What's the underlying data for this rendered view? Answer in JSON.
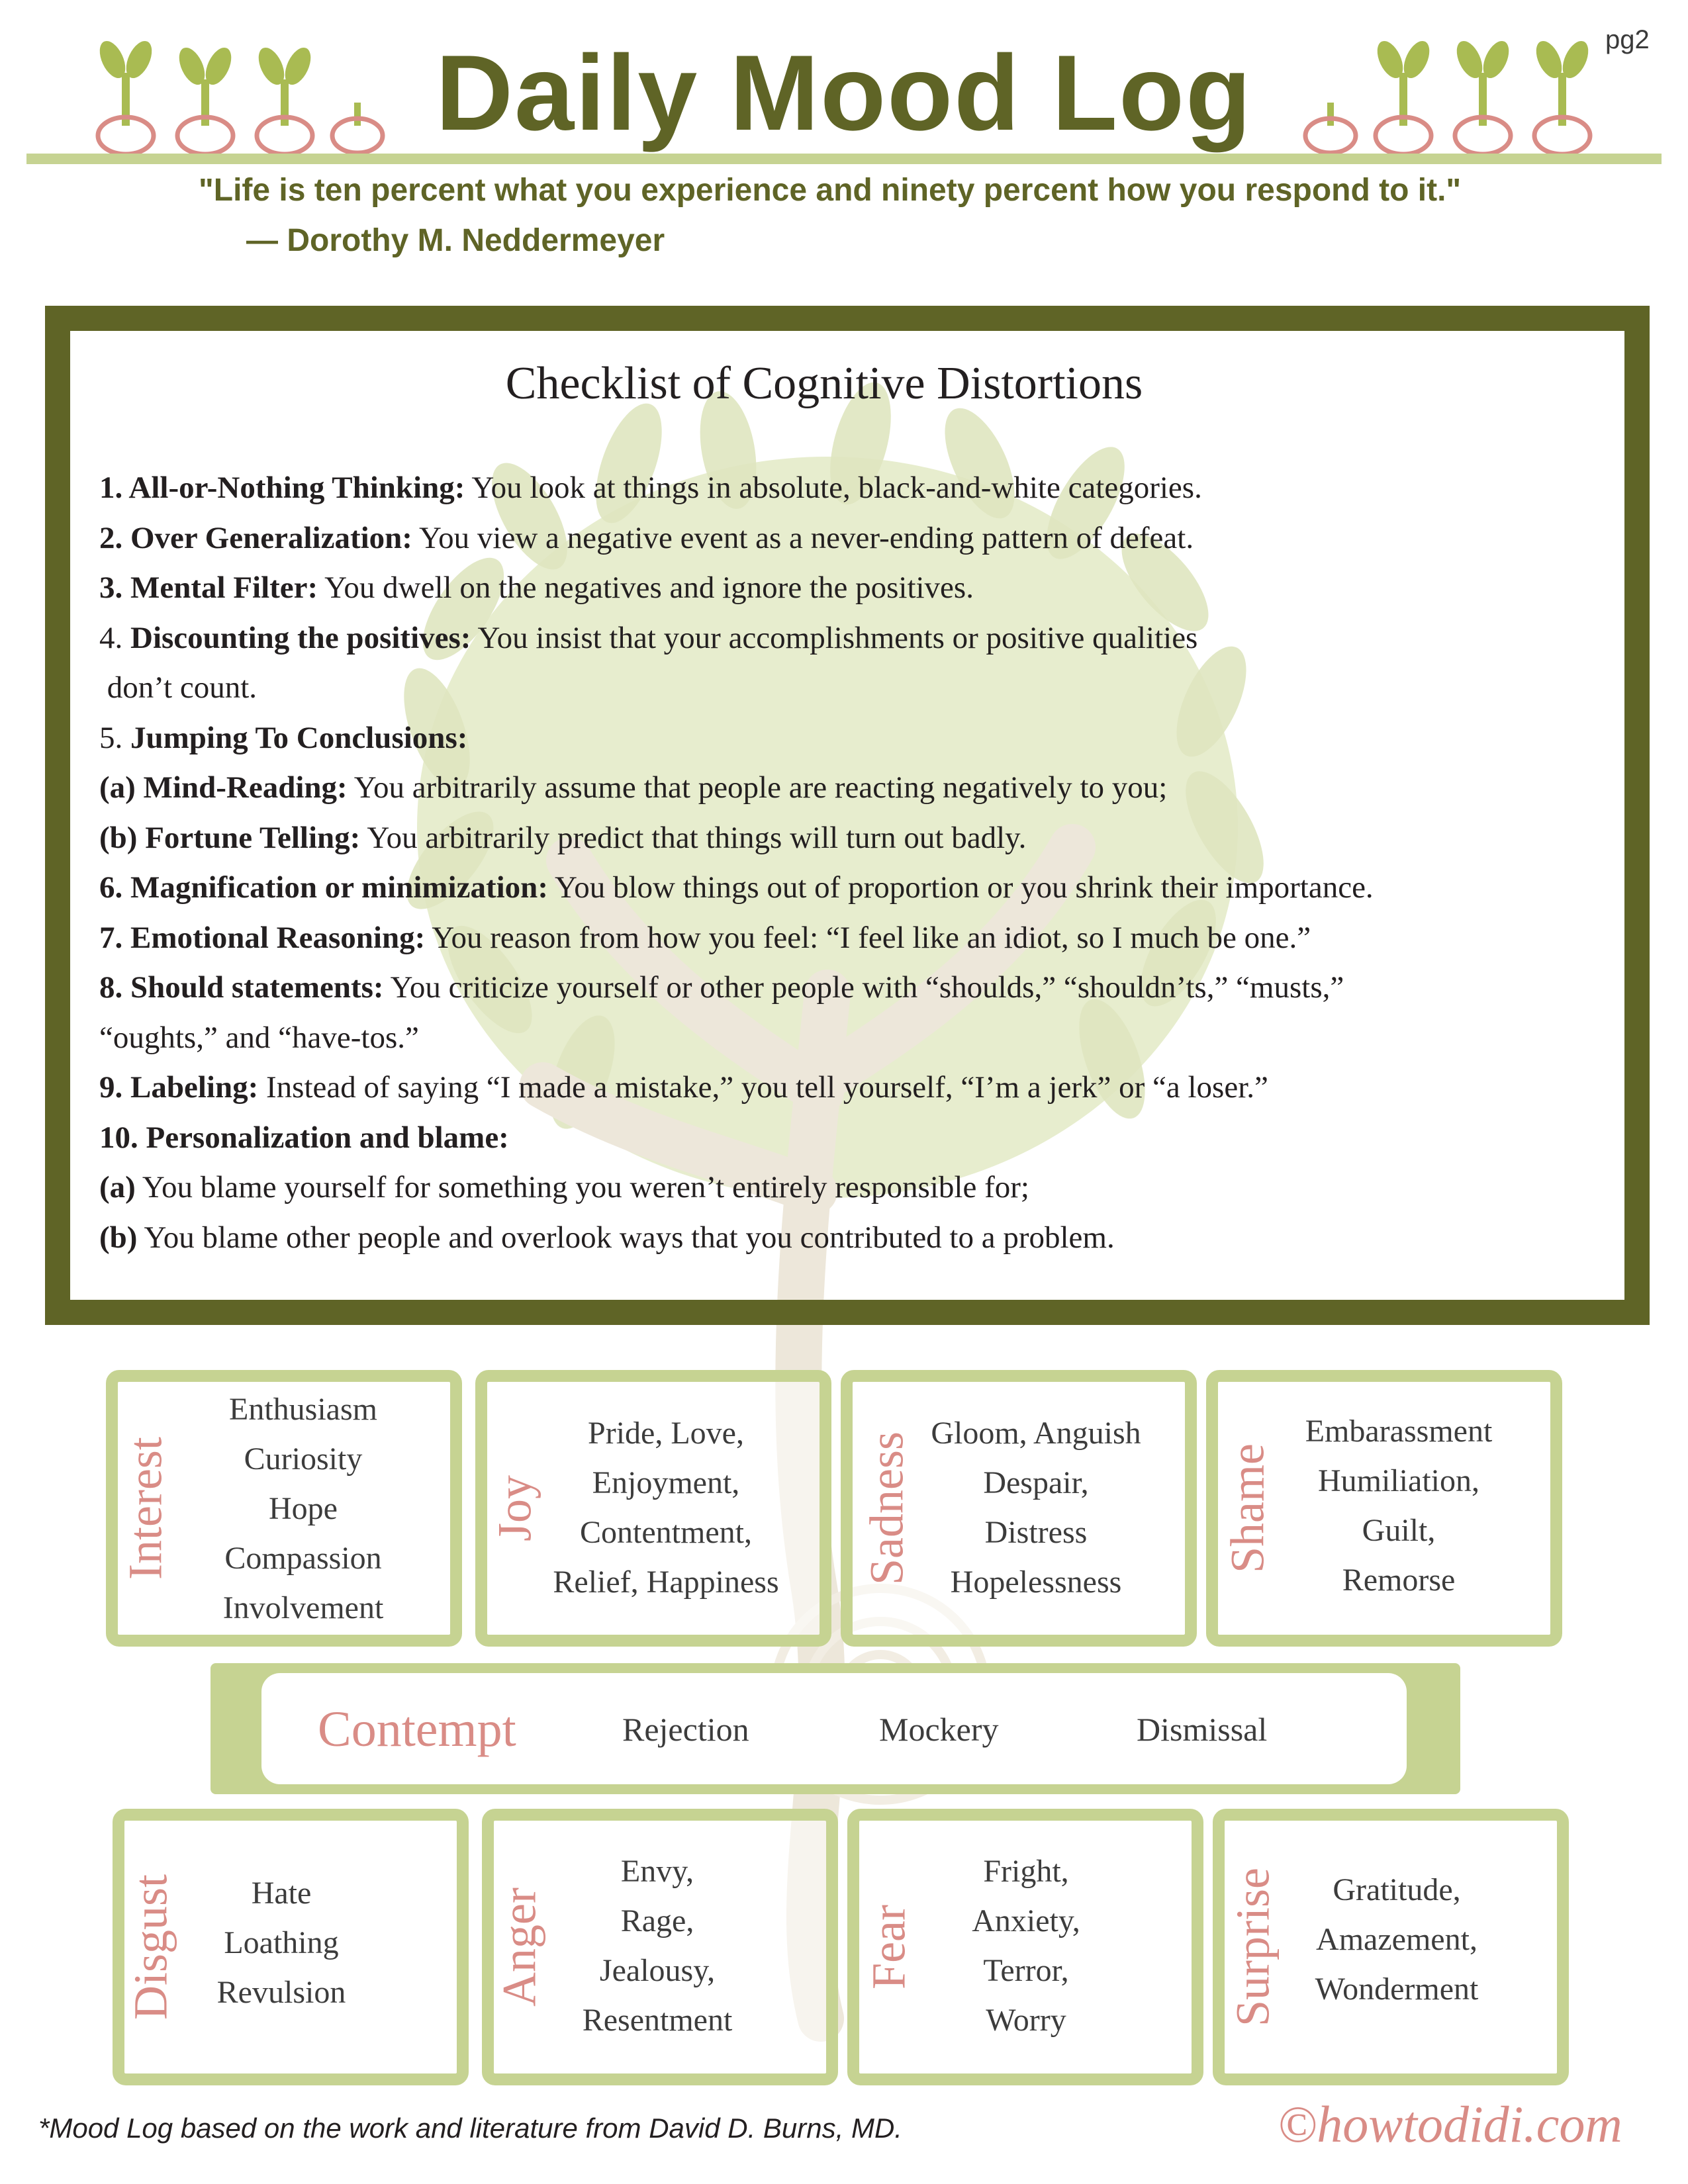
{
  "header": {
    "page_number": "pg2",
    "title": "Daily Mood Log",
    "quote": "\"Life is ten percent what you experience and ninety percent how you respond to it.\"",
    "quote_author": "— Dorothy M. Neddermeyer"
  },
  "checklist": {
    "title": "Checklist of Cognitive Distortions",
    "lines": [
      {
        "bold": "1. All-or-Nothing Thinking:",
        "text": " You look at things in absolute, black-and-white categories."
      },
      {
        "bold": "2. Over Generalization:",
        "text": " You view a negative event as a never-ending pattern of defeat."
      },
      {
        "bold": "3. Mental Filter:",
        "text": " You dwell on the negatives and ignore the positives."
      },
      {
        "prefix": "4. ",
        "bold": "Discounting the positives:",
        "text": " You insist that your accomplishments or positive qualities"
      },
      {
        "text": " don’t count."
      },
      {
        "prefix": "5. ",
        "bold": "Jumping To Conclusions:"
      },
      {
        "bold": "(a) Mind-Reading:",
        "text": " You arbitrarily assume that people are reacting negatively to you;"
      },
      {
        "bold": "(b) Fortune Telling:",
        "text": " You arbitrarily predict that things will turn out badly."
      },
      {
        "bold": "6. Magnification or minimization:",
        "text": " You blow things out of proportion or you shrink their importance."
      },
      {
        "bold": "7. Emotional Reasoning:",
        "text": " You reason from how you feel: “I feel like an idiot, so I much be one.”"
      },
      {
        "bold": "8. Should statements:",
        "text": " You criticize yourself or other people with “shoulds,” “shouldn’ts,” “musts,”"
      },
      {
        "text": "“oughts,” and “have-tos.”"
      },
      {
        "bold": "9. Labeling:",
        "text": " Instead of saying “I made a mistake,” you tell yourself, “I’m a jerk” or “a loser.”"
      },
      {
        "bold": "10. Personalization and blame:"
      },
      {
        "bold": "(a)",
        "text": " You blame yourself for something you weren’t entirely responsible for;"
      },
      {
        "bold": "(b)",
        "text": " You blame other people and overlook ways that you contributed to a problem."
      }
    ]
  },
  "emotions_top": [
    {
      "label": "Interest",
      "words": [
        "Enthusiasm",
        "Curiosity",
        "Hope",
        "Compassion",
        "Involvement"
      ]
    },
    {
      "label": "Joy",
      "words": [
        "Pride, Love,",
        "Enjoyment,",
        "Contentment,",
        "Relief, Happiness"
      ]
    },
    {
      "label": "Sadness",
      "words": [
        "Gloom, Anguish",
        "Despair,",
        "Distress",
        "Hopelessness"
      ]
    },
    {
      "label": "Shame",
      "words": [
        "Embarassment",
        "Humiliation,",
        "Guilt,",
        "Remorse"
      ]
    }
  ],
  "contempt": {
    "label": "Contempt",
    "words": [
      "Rejection",
      "Mockery",
      "Dismissal"
    ]
  },
  "emotions_bottom": [
    {
      "label": "Disgust",
      "words": [
        "Hate",
        "Loathing",
        "Revulsion"
      ]
    },
    {
      "label": "Anger",
      "words": [
        "Envy,",
        "Rage,",
        "Jealousy,",
        "Resentment"
      ]
    },
    {
      "label": "Fear",
      "words": [
        "Fright,",
        "Anxiety,",
        "Terror,",
        "Worry"
      ]
    },
    {
      "label": "Surprise",
      "words": [
        "Gratitude,",
        "Amazement,",
        "Wonderment"
      ]
    }
  ],
  "footer": {
    "footnote": "*Mood Log based on the work and literature from David D. Burns, MD.",
    "credit": "©howtodidi.com"
  },
  "colors": {
    "olive": "#5f6426",
    "sage": "#c6d392",
    "rose": "#d98c86",
    "tree": "#dfe6c2"
  }
}
